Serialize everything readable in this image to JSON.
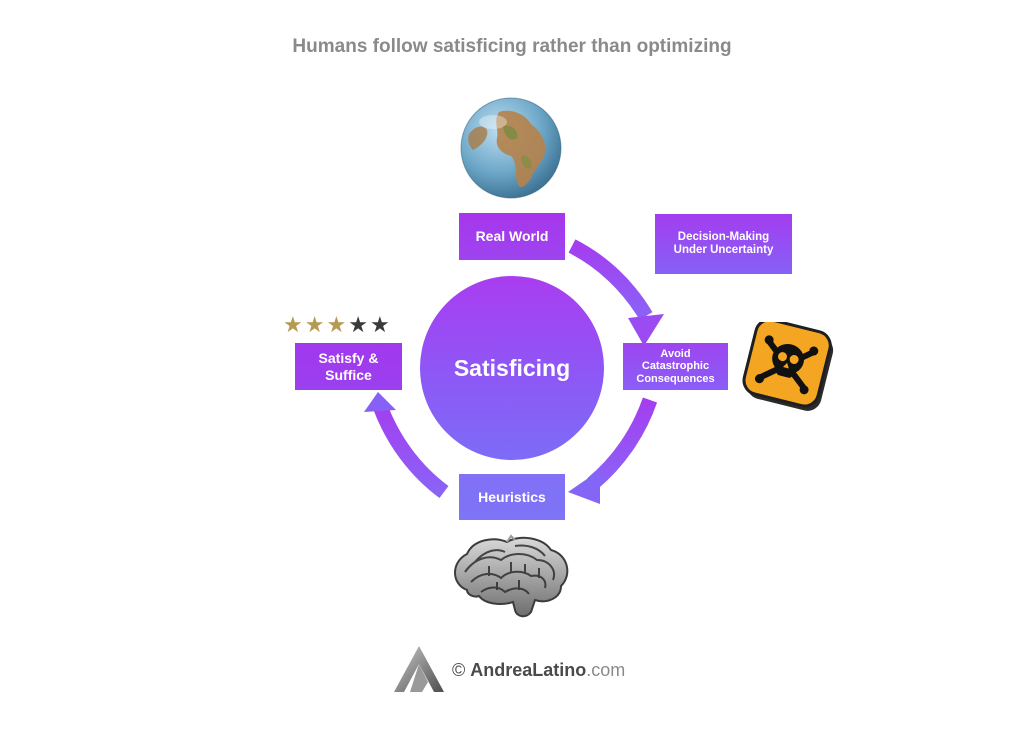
{
  "title": "Humans follow satisficing rather than optimizing",
  "center": "Satisficing",
  "boxes": {
    "real_world": "Real World",
    "decision_making": [
      "Decision-Making",
      "Under Uncertainty"
    ],
    "avoid": [
      "Avoid",
      "Catastrophic",
      "Consequences"
    ],
    "heuristics": "Heuristics",
    "satisfy": [
      "Satisfy &",
      "Suffice"
    ]
  },
  "rating": {
    "filled": 3,
    "total": 5
  },
  "credit": {
    "symbol": "©",
    "name": "AndreaLatino",
    "domain": ".com"
  },
  "icons": [
    "globe-icon",
    "skull-crossbones-icon",
    "brain-maze-icon",
    "star-icon",
    "logo-icon"
  ],
  "colors": {
    "box_top": "#a736ec",
    "box_bottom": "#7e6ef5",
    "arrow": "#9a5cf5",
    "warning": "#f4a623"
  }
}
